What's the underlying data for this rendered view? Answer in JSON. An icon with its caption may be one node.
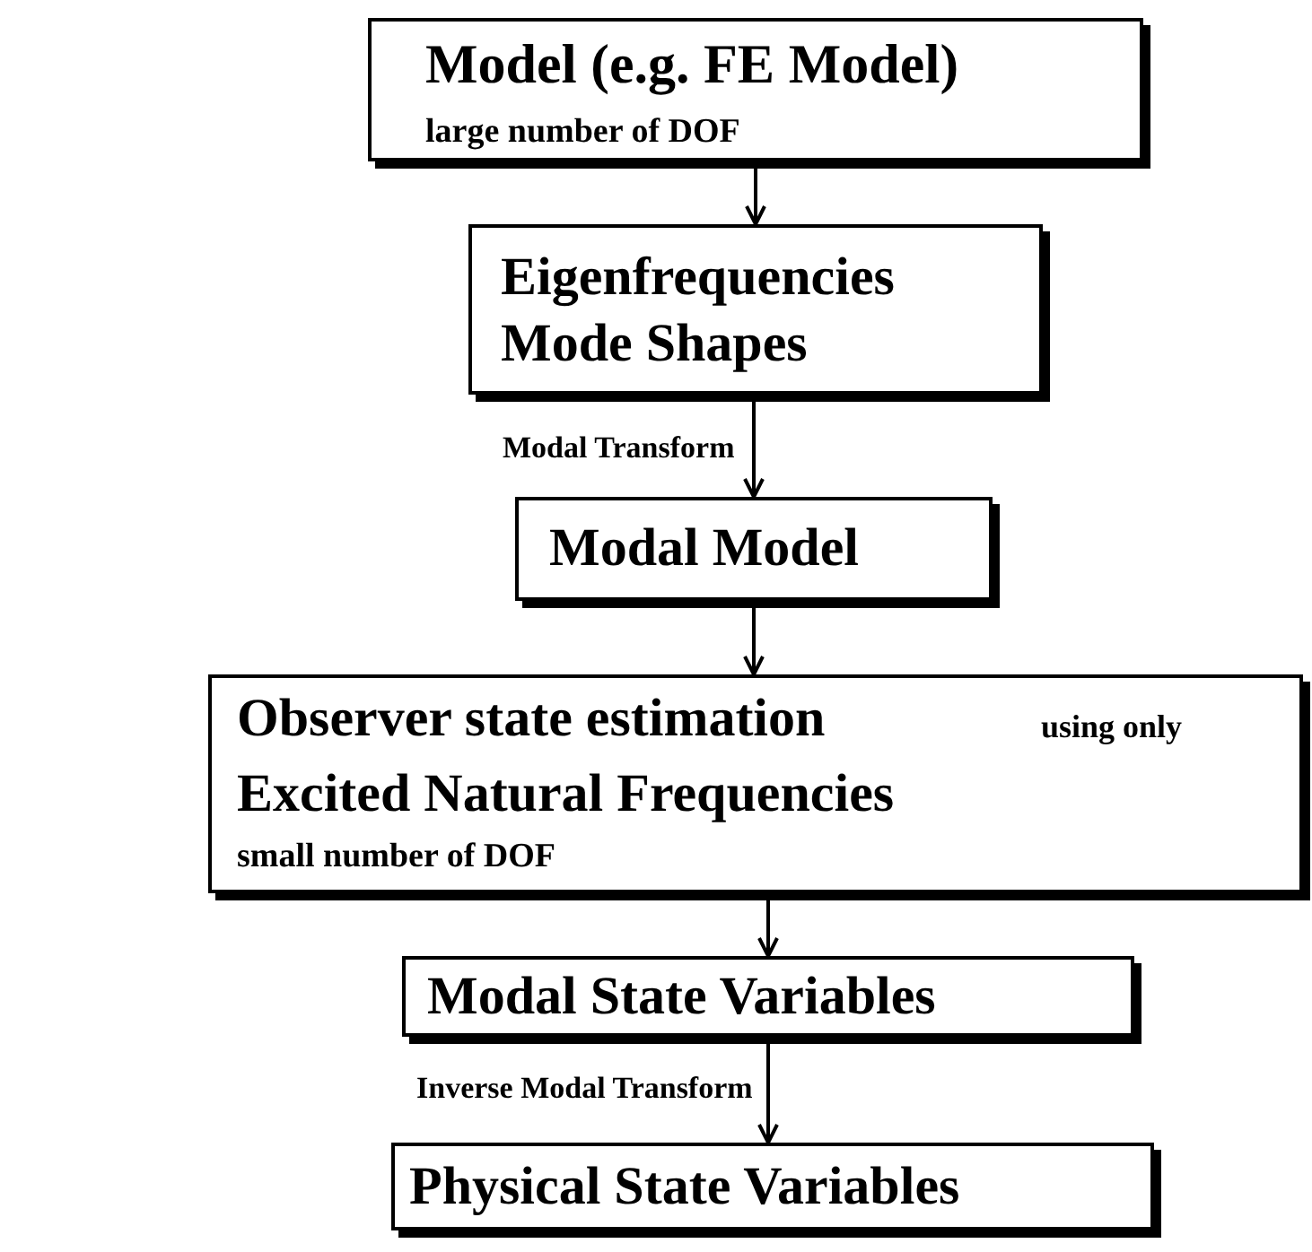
{
  "diagram": {
    "nodes": [
      {
        "text": [
          "Model (e.g. FE Model)",
          "large number of DOF"
        ]
      },
      {
        "text": [
          "Eigenfrequencies",
          "Mode Shapes"
        ]
      },
      {
        "text": [
          "Modal Model"
        ]
      },
      {
        "text": [
          "Observer state estimation",
          "using only",
          "Excited Natural Frequencies",
          "small number of DOF"
        ]
      },
      {
        "text": [
          "Modal State Variables"
        ]
      },
      {
        "text": [
          "Physical State Variables"
        ]
      }
    ],
    "edges": [
      {
        "from": 0,
        "to": 1,
        "arrow": "to"
      },
      {
        "from": 1,
        "to": 2,
        "arrow": "to",
        "label": "Modal Transform"
      },
      {
        "from": 2,
        "to": 3,
        "arrow": "to"
      },
      {
        "from": 3,
        "to": 4,
        "arrow": "to"
      },
      {
        "from": 4,
        "to": 5,
        "arrow": "to",
        "label": "Inverse Modal Transform"
      }
    ]
  }
}
